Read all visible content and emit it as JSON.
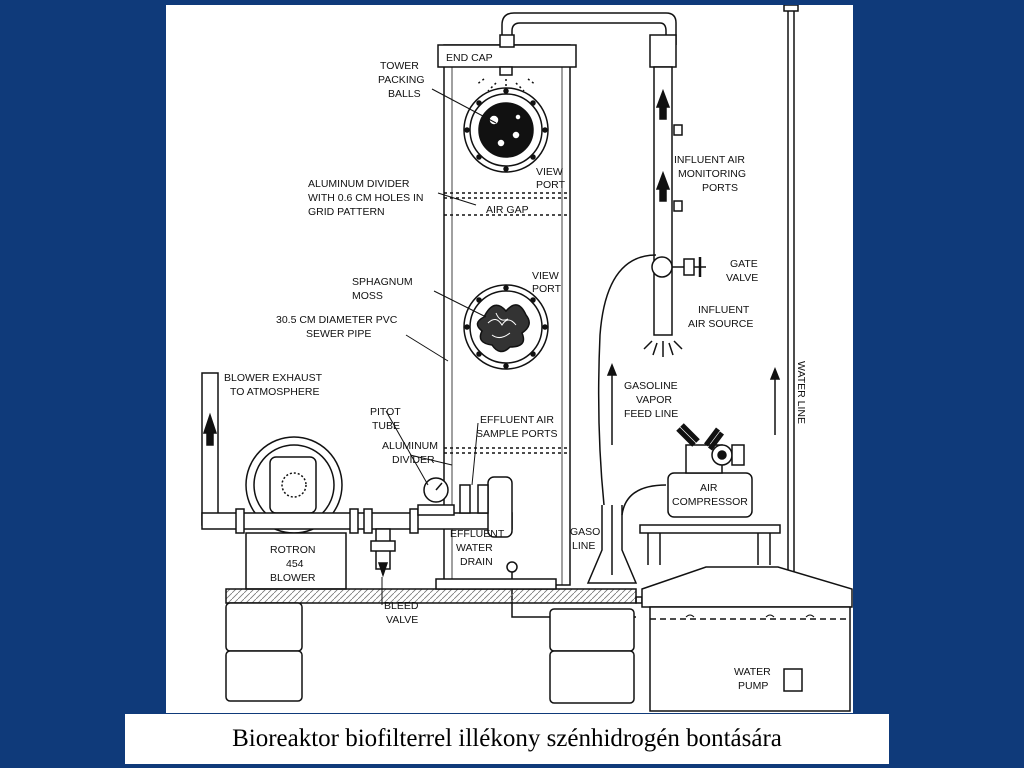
{
  "caption": "Bioreaktor biofilterrel illékony szénhidrogén bontására",
  "labels": {
    "end_cap": "END CAP",
    "tower_packing": [
      "TOWER",
      "PACKING",
      "BALLS"
    ],
    "view_port_top": [
      "VIEW",
      "PORT"
    ],
    "aluminum_divider_top": [
      "ALUMINUM DIVIDER",
      "WITH 0.6 cm HOLES IN",
      "GRID PATTERN"
    ],
    "air_gap": "AIR GAP",
    "view_port_mid": [
      "VIEW",
      "PORT"
    ],
    "sphagnum": [
      "SPHAGNUM",
      "MOSS"
    ],
    "sewer_pipe": [
      "30.5 cm DIAMETER PVC",
      "SEWER PIPE"
    ],
    "blower_exhaust": [
      "BLOWER EXHAUST",
      "TO ATMOSPHERE"
    ],
    "pitot": [
      "PITOT",
      "TUBE"
    ],
    "effluent_air": [
      "EFFLUENT AIR",
      "SAMPLE PORTS"
    ],
    "aluminum_divider_bottom": [
      "ALUMINUM",
      "DIVIDER"
    ],
    "rotron": [
      "ROTRON",
      "454",
      "BLOWER"
    ],
    "effluent_water": [
      "EFFLUENT",
      "WATER",
      "DRAIN"
    ],
    "gaso_line": [
      "GASO",
      "LINE"
    ],
    "bleed_valve": [
      "BLEED",
      "VALVE"
    ],
    "influent_ports": [
      "INFLUENT AIR",
      "MONITORING",
      "PORTS"
    ],
    "gate_valve": [
      "GATE",
      "VALVE"
    ],
    "influent_source": [
      "INFLUENT",
      "AIR SOURCE"
    ],
    "gasoline_feed": [
      "GASOLINE",
      "VAPOR",
      "FEED LINE"
    ],
    "air_compressor": [
      "AIR",
      "COMPRESSOR"
    ],
    "water_line": "WATER LINE",
    "water_pump": [
      "WATER",
      "PUMP"
    ]
  }
}
